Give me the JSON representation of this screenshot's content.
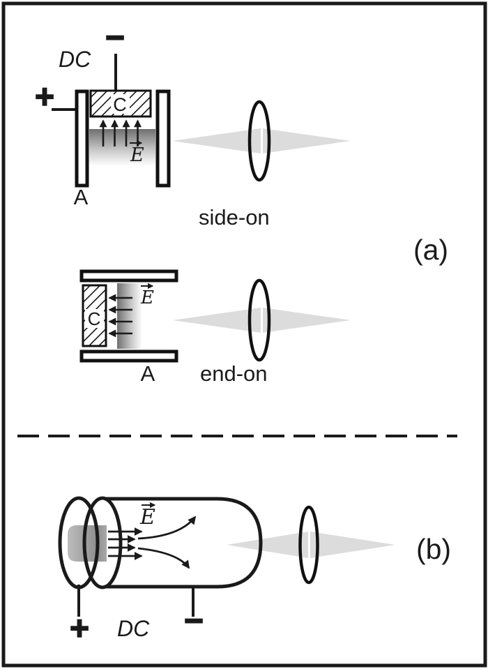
{
  "figure": {
    "description": "DC gas-discharge / plasma observation schematic",
    "panel_a": {
      "label": "(a)",
      "side_on": {
        "caption": "side-on",
        "power": {
          "label": "DC",
          "positive": "+",
          "negative": "−"
        },
        "cathode_label": "C",
        "anode_label": "A",
        "field_label": "E"
      },
      "end_on": {
        "caption": "end-on",
        "cathode_label": "C",
        "anode_label": "A",
        "field_label": "E"
      }
    },
    "panel_b": {
      "label": "(b)",
      "power": {
        "label": "DC",
        "positive": "+",
        "negative": "−"
      },
      "field_label": "E"
    },
    "colors": {
      "line": "#1a1a1a",
      "beam_fill": "#dcdcdc",
      "beam_stroke": "#b3b3b3",
      "plasma_dark": "#6f6f6f",
      "plasma_mid": "#c6c6c6",
      "plasma_light": "#ffffff",
      "cathode_gray_light": "#bdbdbd",
      "cathode_gray_dark": "#8f8f8f",
      "cathode_gray_edge": "#a8a8a8"
    }
  }
}
